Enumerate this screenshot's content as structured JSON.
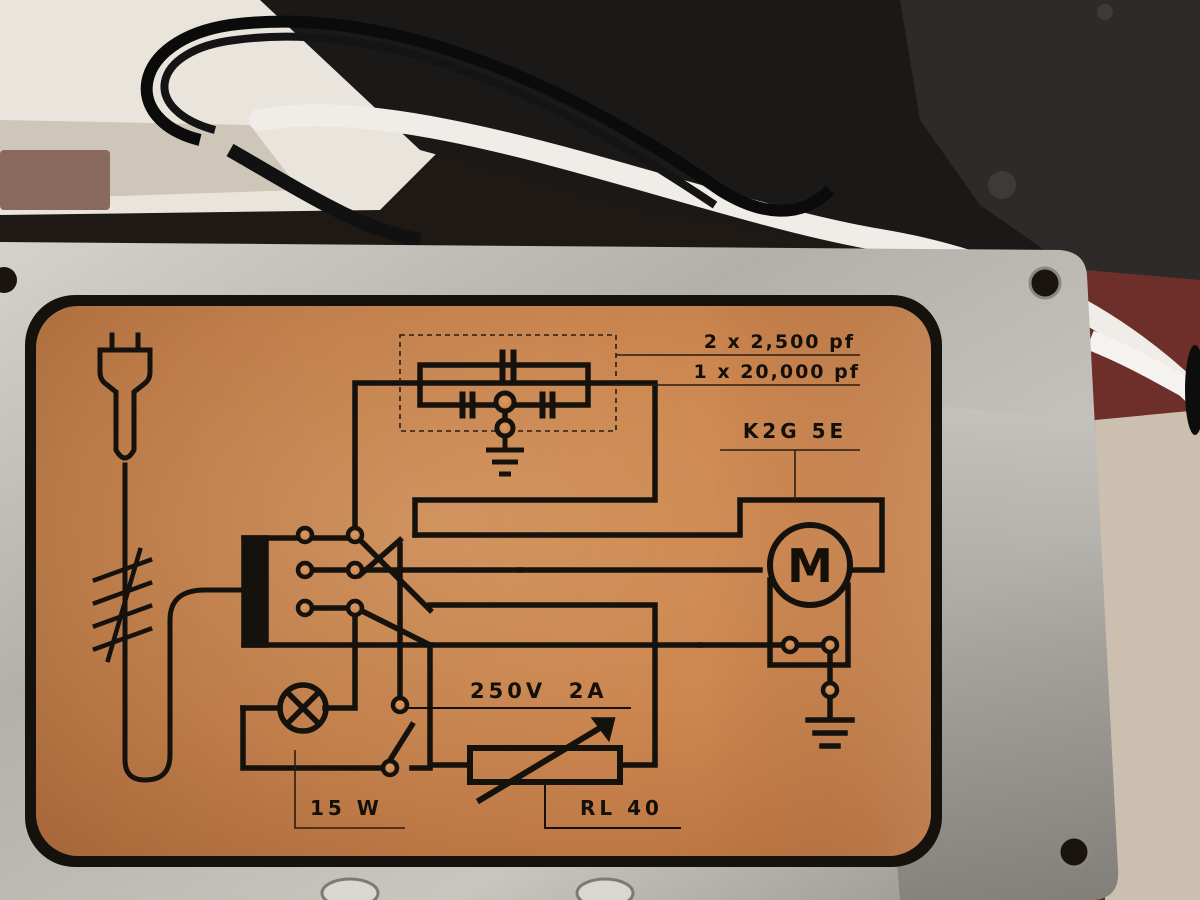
{
  "plate": {
    "capacitor_label_1": "2 x 2,500 pf",
    "capacitor_label_2": "1 x 20,000 pf",
    "motor_label": "K2G 5E",
    "motor_symbol": "M",
    "switch_rating_label": "250V  2A",
    "lamp_rating_label": "15 W",
    "rheostat_label": "RL 40"
  },
  "colors": {
    "label_background": "#cf8a52",
    "plate_metal": "#b9b6b1",
    "line_ink": "#15110c"
  }
}
